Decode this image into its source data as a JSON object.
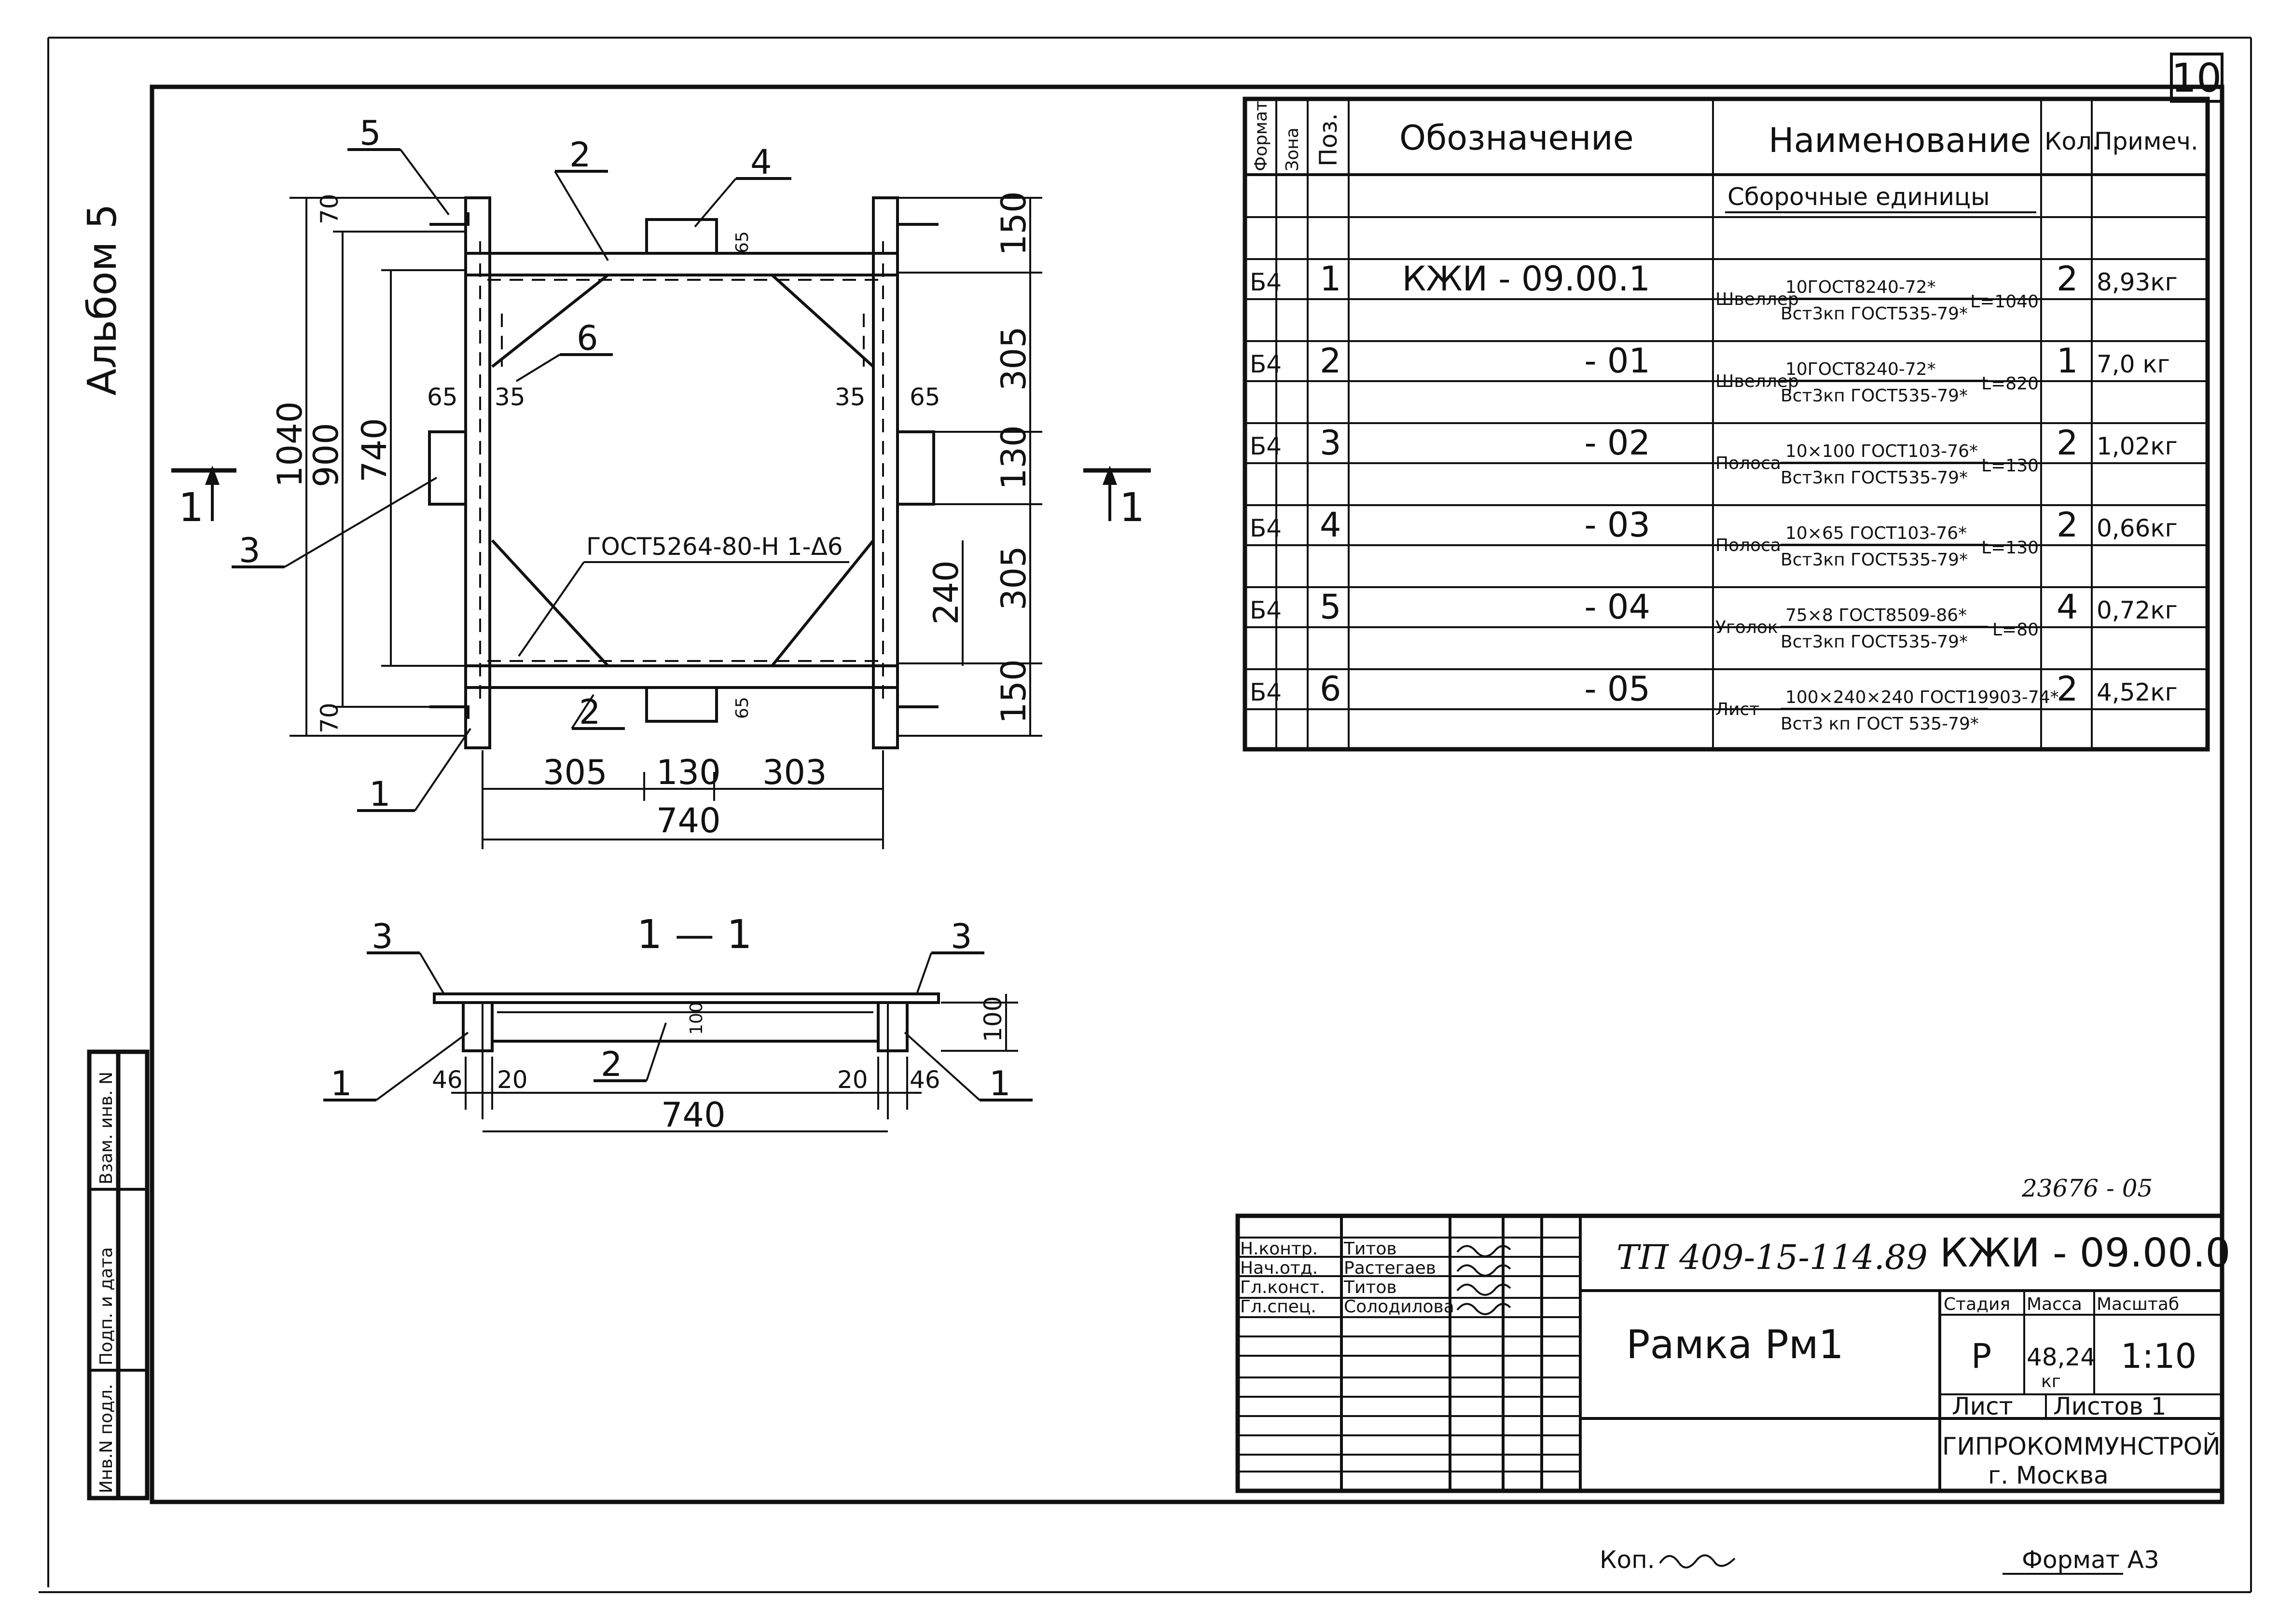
{
  "sheet_number": "10",
  "album": "Альбом 5",
  "section_marker_left": "1",
  "section_marker_right": "1",
  "plan": {
    "callouts": [
      "5",
      "2",
      "4",
      "6",
      "3",
      "2",
      "1"
    ],
    "weld_note": "ГОСТ5264-80-Н 1-Δ6",
    "dims_left": [
      "1040",
      "900",
      "740",
      "70",
      "70"
    ],
    "dims_right": [
      "150",
      "305",
      "130",
      "305",
      "150",
      "240"
    ],
    "dims_small": [
      "65",
      "35",
      "35",
      "65",
      "65",
      "65"
    ],
    "dims_bottom": [
      "305",
      "130",
      "303",
      "740"
    ]
  },
  "section": {
    "title": "1 — 1",
    "callouts": [
      "3",
      "3",
      "2",
      "1",
      "1"
    ],
    "dims": [
      "46",
      "20",
      "20",
      "46",
      "740",
      "100",
      "100"
    ]
  },
  "spec_table": {
    "headers": {
      "format": "Формат",
      "zone": "Зона",
      "pos": "Поз.",
      "designation": "Обозначение",
      "name": "Наименование",
      "qty": "Кол.",
      "note": "Примеч."
    },
    "group_title": "Сборочные единицы",
    "rows": [
      {
        "format": "Б4",
        "pos": "1",
        "designation": "КЖИ - 09.00.1",
        "type": "Швеллер",
        "spec_top": "10ГОСТ8240-72*",
        "spec_bottom": "Вст3кп ГОСТ535-79*",
        "length": "L=1040",
        "qty": "2",
        "note": "8,93кг"
      },
      {
        "format": "Б4",
        "pos": "2",
        "designation": "- 01",
        "type": "Швеллер",
        "spec_top": "10ГОСТ8240-72*",
        "spec_bottom": "Вст3кп ГОСТ535-79*",
        "length": "L=820",
        "qty": "1",
        "note": "7,0 кг"
      },
      {
        "format": "Б4",
        "pos": "3",
        "designation": "- 02",
        "type": "Полоса",
        "spec_top": "10×100 ГОСТ103-76*",
        "spec_bottom": "Вст3кп ГОСТ535-79*",
        "length": "L=130",
        "qty": "2",
        "note": "1,02кг"
      },
      {
        "format": "Б4",
        "pos": "4",
        "designation": "- 03",
        "type": "Полоса",
        "spec_top": "10×65 ГОСТ103-76*",
        "spec_bottom": "Вст3кп ГОСТ535-79*",
        "length": "L=130",
        "qty": "2",
        "note": "0,66кг"
      },
      {
        "format": "Б4",
        "pos": "5",
        "designation": "- 04",
        "type": "Уголок",
        "spec_top": "75×8 ГОСТ8509-86*",
        "spec_bottom": "Вст3кп ГОСТ535-79*",
        "length": "L=80",
        "qty": "4",
        "note": "0,72кг"
      },
      {
        "format": "Б4",
        "pos": "6",
        "designation": "- 05",
        "type": "Лист",
        "spec_top": "100×240×240 ГОСТ19903-74*",
        "spec_bottom": "Вст3 кп ГОСТ 535-79*",
        "length": "",
        "qty": "2",
        "note": "4,52кг"
      }
    ]
  },
  "side_stamp": [
    "Инв.N подл.",
    "Подп. и дата",
    "Взам. инв. N"
  ],
  "archive_number": "23676 - 05",
  "title_block": {
    "project": "ТП 409-15-114.89",
    "code": "КЖИ - 09.00.0",
    "drawing_title": "Рамка Рм1",
    "roles": [
      {
        "role": "Н.контр.",
        "name": "Титов"
      },
      {
        "role": "Нач.отд.",
        "name": "Растегаев"
      },
      {
        "role": "Гл.конст.",
        "name": "Титов"
      },
      {
        "role": "Гл.спец.",
        "name": "Солодилова"
      }
    ],
    "stage_label": "Стадия",
    "mass_label": "Масса",
    "scale_label": "Масштаб",
    "stage": "Р",
    "mass": "48,24",
    "mass_unit": "кг",
    "scale": "1:10",
    "sheet_label": "Лист",
    "sheets_label": "Листов 1",
    "org": "ГИПРОКОММУНСТРОЙ",
    "city": "г. Москва"
  },
  "footer": {
    "copied": "Коп.",
    "format": "Формат А3"
  }
}
